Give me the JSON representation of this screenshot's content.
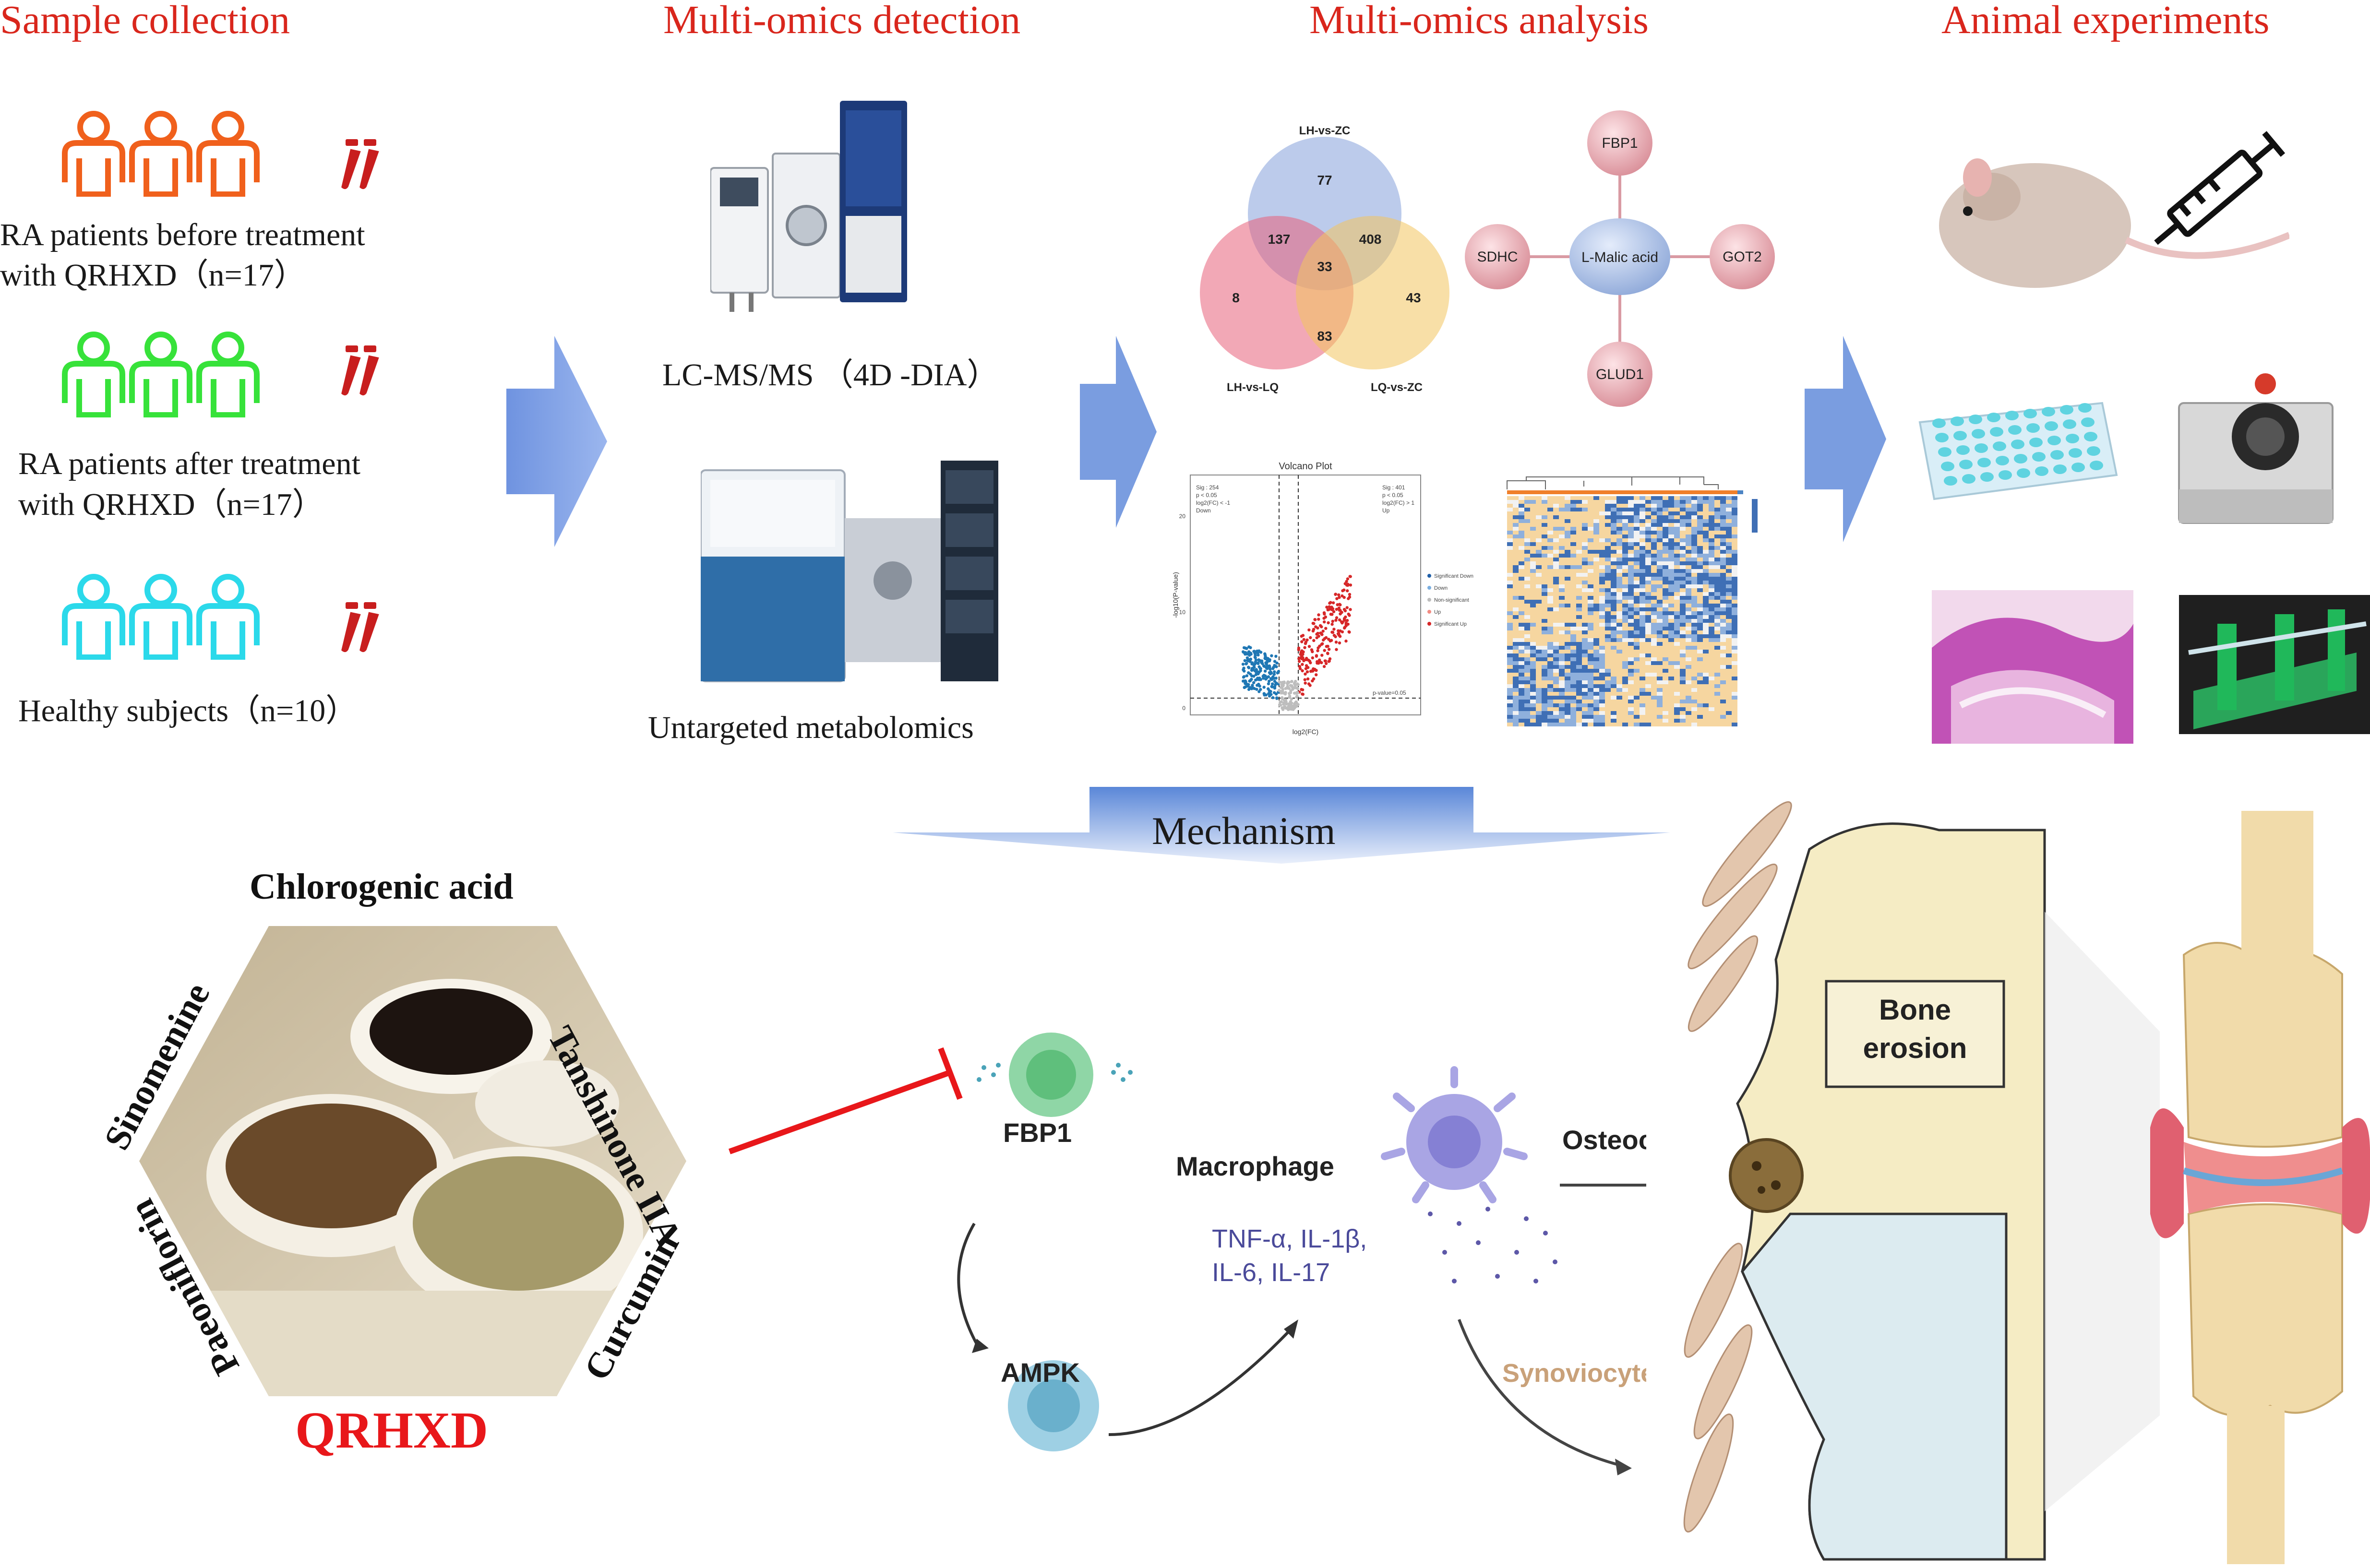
{
  "sections": {
    "sample_collection": "Sample collection",
    "multi_omics_detection": "Multi-omics detection",
    "multi_omics_analysis": "Multi-omics analysis",
    "animal_experiments": "Animal experiments"
  },
  "groups": [
    {
      "line1": "RA patients before treatment",
      "line2": "with QRHXD（n=17）",
      "color": "#f0601c"
    },
    {
      "line1": "RA patients after treatment",
      "line2": "with QRHXD（n=17）",
      "color": "#37e23a"
    },
    {
      "line1": "Healthy subjects（n=10）",
      "line2": "",
      "color": "#2bd9ea"
    }
  ],
  "detection": {
    "lcms": "LC-MS/MS （4D -DIA）",
    "metabolomics": "Untargeted metabolomics"
  },
  "venn": {
    "sets": [
      "LH-vs-ZC",
      "LH-vs-LQ",
      "LQ-vs-ZC"
    ],
    "counts": {
      "only_a": "77",
      "only_b": "8",
      "only_c": "43",
      "ab": "137",
      "ac": "408",
      "bc": "83",
      "abc": "33"
    }
  },
  "network": {
    "center": "L-Malic acid",
    "nodes": [
      "FBP1",
      "SDHC",
      "GOT2",
      "GLUD1"
    ]
  },
  "volcano": {
    "title": "Volcano Plot",
    "xlabel": "log2(FC)",
    "ylabel": "-log10(P-value)",
    "yticks": [
      "20",
      "10",
      "0"
    ],
    "left_stats": [
      "Sig : 254",
      "p < 0.05",
      "log2(FC) < -1",
      "Down"
    ],
    "right_stats": [
      "Sig : 401",
      "p < 0.05",
      "log2(FC) > 1",
      "Up"
    ],
    "threshold_label": "p-value=0.05",
    "legend": [
      "Significant Down",
      "Down",
      "Non-significant",
      "Up",
      "Significant Up"
    ]
  },
  "mechanism": {
    "banner": "Mechanism",
    "herbs": [
      "Chlorogenic acid",
      "Tanshinone IIA",
      "Curcumin",
      "Paeoniflorin",
      "Sinomenine"
    ],
    "formula": "QRHXD",
    "fbp1": "FBP1",
    "ampk": "AMPK",
    "macrophage": "Macrophage",
    "cytokines_line1": "TNF-α, IL-1β,",
    "cytokines_line2": "IL-6,  IL-17",
    "osteoclast": "Osteoclast",
    "synoviocytes": "Synoviocytes",
    "bone_erosion_line1": "Bone",
    "bone_erosion_line2": "erosion"
  },
  "colors": {
    "section_title": "#d9261c",
    "arrow_blue": "#7a9de0",
    "inhibit": "#e8171a",
    "blood_tube": "#c81e1e",
    "synoviocyte_text": "#c9a179",
    "cytokine_text": "#4a4a9a"
  }
}
